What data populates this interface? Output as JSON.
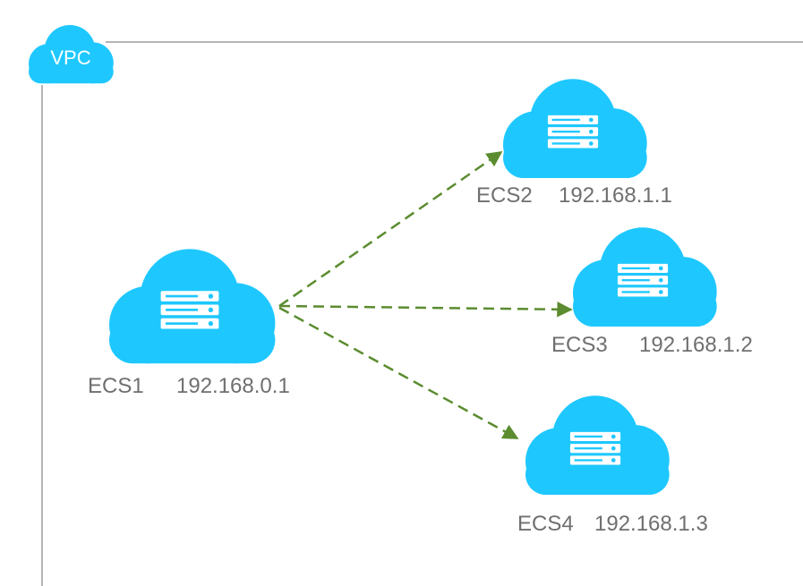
{
  "vpc": {
    "label": "VPC"
  },
  "nodes": [
    {
      "id": "ecs1",
      "name": "ECS1",
      "ip": "192.168.0.1"
    },
    {
      "id": "ecs2",
      "name": "ECS2",
      "ip": "192.168.1.1"
    },
    {
      "id": "ecs3",
      "name": "ECS3",
      "ip": "192.168.1.2"
    },
    {
      "id": "ecs4",
      "name": "ECS4",
      "ip": "192.168.1.3"
    }
  ],
  "links": [
    {
      "from": "ECS1",
      "to": "ECS2",
      "style": "dashed-arrow"
    },
    {
      "from": "ECS1",
      "to": "ECS3",
      "style": "dashed-arrow"
    },
    {
      "from": "ECS1",
      "to": "ECS4",
      "style": "dashed-arrow"
    }
  ],
  "colors": {
    "cloud": "#1ec8ff",
    "arrow": "#5b8c2f",
    "border": "#b4b4b4",
    "label_text": "#6f6f6f",
    "server_icon": "#ffffff"
  },
  "icons": {
    "vpc": "cloud-icon",
    "node": "cloud-server-icon"
  }
}
